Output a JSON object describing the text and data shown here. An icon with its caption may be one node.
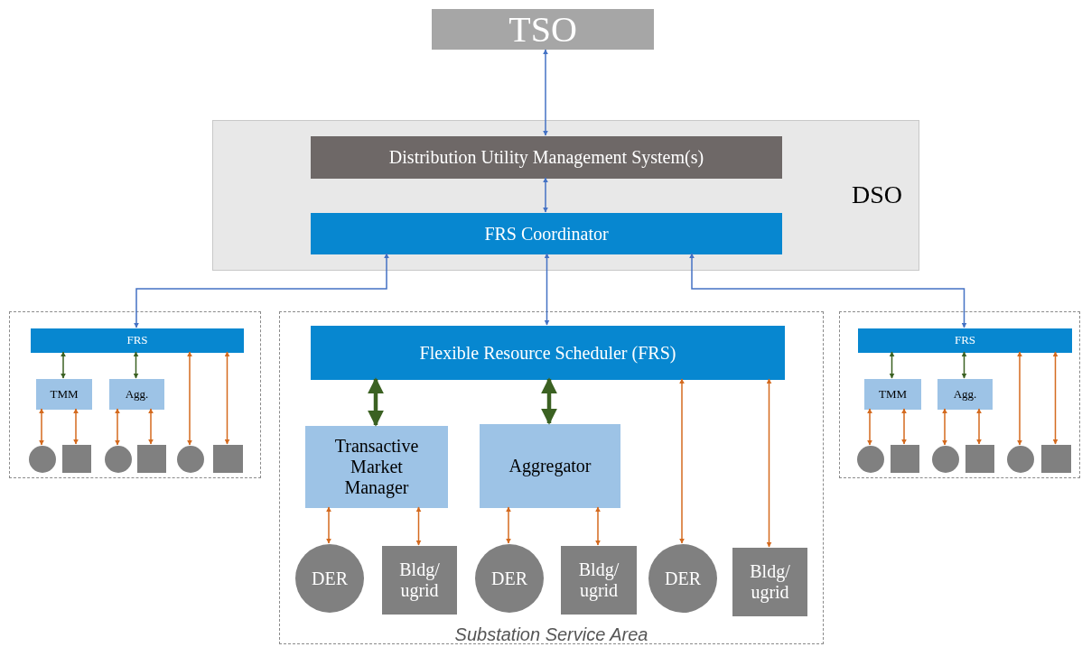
{
  "diagram": {
    "nodes": [
      {
        "text": [
          "TSO"
        ]
      },
      {
        "text": [
          "DSO"
        ]
      },
      {
        "text": [
          "Distribution Utility Management System(s)"
        ],
        "in": 1
      },
      {
        "text": [
          "FRS Coordinator"
        ],
        "in": 1
      },
      {
        "text": [],
        "shape": "box"
      },
      {
        "text": [
          "FRS"
        ],
        "in": 4
      },
      {
        "text": [
          "TMM"
        ],
        "in": 4
      },
      {
        "text": [
          "Agg."
        ],
        "in": 4
      },
      {
        "text": [],
        "shape": "circle",
        "in": 4
      },
      {
        "text": [],
        "shape": "box",
        "in": 4
      },
      {
        "text": [],
        "shape": "circle",
        "in": 4
      },
      {
        "text": [],
        "shape": "box",
        "in": 4
      },
      {
        "text": [],
        "shape": "circle",
        "in": 4
      },
      {
        "text": [],
        "shape": "box",
        "in": 4
      },
      {
        "text": [
          "Substation Service Area"
        ]
      },
      {
        "text": [
          "Flexible Resource Scheduler (FRS)"
        ],
        "in": 14
      },
      {
        "text": [
          "Transactive Market Manager"
        ],
        "in": 14
      },
      {
        "text": [
          "Aggregator"
        ],
        "in": 14
      },
      {
        "text": [
          "DER"
        ],
        "in": 14
      },
      {
        "text": [
          "Bldg/ ugrid"
        ],
        "in": 14
      },
      {
        "text": [
          "DER"
        ],
        "in": 14
      },
      {
        "text": [
          "Bldg/ ugrid"
        ],
        "in": 14
      },
      {
        "text": [
          "DER"
        ],
        "in": 14
      },
      {
        "text": [
          "Bldg/ ugrid"
        ],
        "in": 14
      },
      {
        "text": [],
        "shape": "box"
      },
      {
        "text": [
          "FRS"
        ],
        "in": 24
      },
      {
        "text": [
          "TMM"
        ],
        "in": 24
      },
      {
        "text": [
          "Agg."
        ],
        "in": 24
      },
      {
        "text": [],
        "shape": "circle",
        "in": 24
      },
      {
        "text": [],
        "shape": "box",
        "in": 24
      },
      {
        "text": [],
        "shape": "circle",
        "in": 24
      },
      {
        "text": [],
        "shape": "box",
        "in": 24
      },
      {
        "text": [],
        "shape": "circle",
        "in": 24
      },
      {
        "text": [],
        "shape": "box",
        "in": 24
      }
    ],
    "edges": [
      {
        "from": 0,
        "to": 2,
        "arrow": "both",
        "color": "#4472c4"
      },
      {
        "from": 2,
        "to": 3,
        "arrow": "both",
        "color": "#4472c4"
      },
      {
        "from": 3,
        "to": 5,
        "arrow": "both",
        "color": "#4472c4"
      },
      {
        "from": 3,
        "to": 15,
        "arrow": "both",
        "color": "#4472c4"
      },
      {
        "from": 3,
        "to": 25,
        "arrow": "both",
        "color": "#4472c4"
      },
      {
        "from": 5,
        "to": 6,
        "arrow": "both",
        "color": "#3b6122"
      },
      {
        "from": 5,
        "to": 7,
        "arrow": "both",
        "color": "#3b6122"
      },
      {
        "from": 6,
        "to": 8,
        "arrow": "both"
      },
      {
        "from": 6,
        "to": 9,
        "arrow": "both"
      },
      {
        "from": 7,
        "to": 10,
        "arrow": "both"
      },
      {
        "from": 7,
        "to": 11,
        "arrow": "both"
      },
      {
        "from": 5,
        "to": 12,
        "arrow": "both"
      },
      {
        "from": 5,
        "to": 13,
        "arrow": "both"
      },
      {
        "from": 15,
        "to": 16,
        "arrow": "both",
        "style": "thick",
        "color": "#3b6122"
      },
      {
        "from": 15,
        "to": 17,
        "arrow": "both",
        "style": "thick",
        "color": "#3b6122"
      },
      {
        "from": 16,
        "to": 18,
        "arrow": "both"
      },
      {
        "from": 16,
        "to": 19,
        "arrow": "both"
      },
      {
        "from": 17,
        "to": 20,
        "arrow": "both"
      },
      {
        "from": 17,
        "to": 21,
        "arrow": "both"
      },
      {
        "from": 15,
        "to": 22,
        "arrow": "both"
      },
      {
        "from": 15,
        "to": 23,
        "arrow": "both"
      },
      {
        "from": 25,
        "to": 26,
        "arrow": "both",
        "color": "#3b6122"
      },
      {
        "from": 25,
        "to": 27,
        "arrow": "both",
        "color": "#3b6122"
      },
      {
        "from": 26,
        "to": 28,
        "arrow": "both"
      },
      {
        "from": 26,
        "to": 29,
        "arrow": "both"
      },
      {
        "from": 27,
        "to": 30,
        "arrow": "both"
      },
      {
        "from": 27,
        "to": 31,
        "arrow": "both"
      },
      {
        "from": 25,
        "to": 32,
        "arrow": "both"
      },
      {
        "from": 25,
        "to": 33,
        "arrow": "both"
      }
    ]
  }
}
